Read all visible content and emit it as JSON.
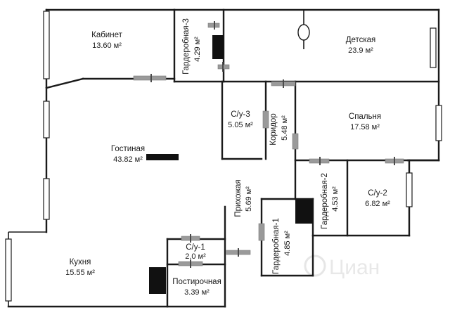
{
  "plan": {
    "rooms": [
      {
        "id": "kabinet",
        "name": "Кабинет",
        "area": "13.60 м²"
      },
      {
        "id": "garderobnaya-3",
        "name": "Гардеробная-3",
        "area": "4.29 м²"
      },
      {
        "id": "detskaya",
        "name": "Детская",
        "area": "23.9 м²"
      },
      {
        "id": "su-3",
        "name": "С/у-3",
        "area": "5.05 м²"
      },
      {
        "id": "koridor",
        "name": "Коридор",
        "area": "5.48 м²"
      },
      {
        "id": "spalnya",
        "name": "Спальня",
        "area": "17.58 м²"
      },
      {
        "id": "gostinaya",
        "name": "Гостиная",
        "area": "43.82 м²"
      },
      {
        "id": "prihozhaya",
        "name": "Прихожая",
        "area": "5.69 м²"
      },
      {
        "id": "garderobnaya-2",
        "name": "Гардеробная-2",
        "area": "4.53 м²"
      },
      {
        "id": "su-2",
        "name": "С/у-2",
        "area": "6.82 м²"
      },
      {
        "id": "garderobnaya-1",
        "name": "Гардеробная-1",
        "area": "4.85 м²"
      },
      {
        "id": "su-1",
        "name": "С/у-1",
        "area": "2.0 м²"
      },
      {
        "id": "kuhnya",
        "name": "Кухня",
        "area": "15.55 м²"
      },
      {
        "id": "postirochnaya",
        "name": "Постирочная",
        "area": "3.39 м²"
      }
    ],
    "watermark": "Циан",
    "colors": {
      "wall": "#1a1a1a",
      "door": "#9a9a9a",
      "fixture": "#111111",
      "background": "#ffffff"
    }
  }
}
